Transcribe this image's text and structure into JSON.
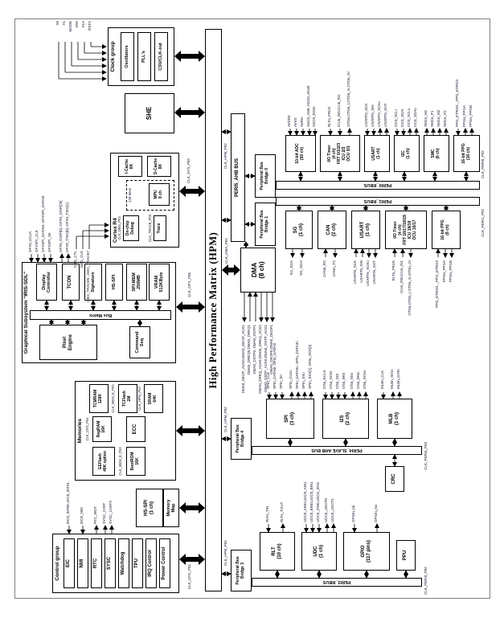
{
  "hpm": {
    "label": "High Performance Matrix (HPM)"
  },
  "clock": {
    "title": "Clock group",
    "blocks": [
      "Oscillators",
      "PLL's",
      "CSV/CLK-out"
    ],
    "pins": [
      "X0",
      "X1",
      "MODE",
      "X0A",
      "X1A",
      "RSTX"
    ]
  },
  "she": {
    "label": "SHE"
  },
  "cortex": {
    "title": "Cortex R4",
    "freq": "128 MHz",
    "icache": "I-Cache\n8K",
    "dcache": "D-Cache\n8K",
    "mpu": "MPU\n8 ch",
    "debug": "On-chip\nDebug",
    "trace": "Trace",
    "clk_dbg": "CLK_DBG_P03",
    "clk_trace": "CLK_TRACE_P03",
    "clk_sys": "CLK_SYS_P03",
    "pins": [
      "DBG_CTL",
      "DBG_CLK",
      "DBG_TRACE0...DBG_TRACE7"
    ]
  },
  "gfx": {
    "title": "Graphical Subsystem \"IRIS-SDL\"",
    "bus": "Bus Matrix",
    "pixel": "Pixel\nEngine",
    "cmdseq": "Command\nSeq",
    "display": "Display\nController",
    "tcon": "TCON",
    "signature": "Signature",
    "hsspi": "HS-SPI",
    "spimem": "SPI-MEM\n256MB",
    "vram": "VRAM\n512KByte",
    "clk": "CLK_GFX_P05",
    "pins": [
      "GFX0_DCLK",
      "GFXSPI_CLK",
      "GFXSPI_DATA0I..GFXSPI_DATA3I",
      "GFXSPI_SII",
      "GFX0_DISP[0]..GFX0_DISP[25]",
      "GFX0_TSIG[0]..GFX0_TSIG[1]"
    ]
  },
  "mem": {
    "title": "Memories",
    "eeflash": "EEFlash\n48K option",
    "bootrom": "BootROM\n16K",
    "regram": "RegRAM\n16K",
    "ecc": "ECC",
    "tcmram": "TCMRAM\n128K",
    "tcflash": "TCFlash\n2M",
    "sram": "SRAM\n64K",
    "clk_cfg": "CLK_CFG_P04",
    "clk_mem1": "CLK_MEM_E_P03",
    "clk_mem2": "CLK_MEM_E_P03",
    "clk_hpm": "CLK_HPM_P02"
  },
  "hsspi": {
    "label": "HS-SPI\n(1 ch)",
    "memmap": "Memory\nMap"
  },
  "control": {
    "title": "Control group",
    "blocks": [
      "EIC",
      "NMI",
      "RTC",
      "SYSC",
      "Watchdog",
      "TPU",
      "IRQ Control",
      "Power Control"
    ],
    "pins": [
      "EIC0_INT00..EIC0_INT91",
      "EIC0_NMI",
      "RTC_WOT",
      "SYSC_CX0T",
      "SYSC_CX0TX"
    ],
    "clk": "CLK_CFG_P01"
  },
  "dma": {
    "label": "DMA\n(8 ch)",
    "clk": "CLK_DMA_P02",
    "pins": [
      "DMA0_DEOP_ACK0,DMA0_DEOP_ACK1",
      "DMA0_DREQ0,DMA0_DREQ1",
      "DMA0_DSTP0, DMA0_DSTP1",
      "DMA0_DREQ_ACK0,DMA0_DREQ_ACK1",
      "DMA0_DSTP_ACK0,DMA0_DSTP_ACK1",
      "DMA0_DEOP0,DMA0_DEOP1"
    ]
  },
  "clk": {
    "sys": "CLK_SYS_P03",
    "hpm": "CLK_HPM_P02"
  },
  "bus": {
    "peri5": "PERI5_AHB BUS",
    "peri0": "PERI0_RBUS",
    "peri1": "PERI1_RBUS",
    "peri3": "PERI3_RBUS",
    "peri4": "PERI4_SLAVE AHB BUS",
    "clk_peri0": "CLK_PERI0_P02",
    "clk_peri1": "CLK_PERI1_P02",
    "clk_peri3": "CLK_PERI3_P02",
    "clk_peri4": "CLK_PERI4_P03",
    "bridge0": "Peripheral Bus\nBridge 0",
    "bridge1": "Peripheral Bus\nBridge 1",
    "bridge3": "Peripheral Bus\nBridge 3",
    "bridge4": "Peripheral Bus\nBridge 4"
  },
  "adc": {
    "label": "10-bit ADC\n(50 ch)",
    "pins": [
      "AVDD5",
      "AVSS",
      "AVRH",
      "ADC0_AN0..ADC0_AN49",
      "ADC0_EDGI"
    ]
  },
  "iot0": {
    "label": "I/O Timer\n(4 ch)\nFRT 0/1/2/3\nICU 2/3\nOCU 0/1",
    "pins": [
      "RLTn_FRCK",
      "ICUn_IN0,ICUn_IN1",
      "OTDn,OTDn_I,OTDn_G,OTDn_GI"
    ]
  },
  "usart0": {
    "label": "USART\n(1 ch)",
    "pins": [
      "USART0_SCK",
      "USART0_SIN",
      "USART0_SCKo",
      "USART0_SOT"
    ]
  },
  "i2c": {
    "label": "I2C\n(1 ch)",
    "pins": [
      "I2C0_SCLI",
      "I2C0_SDAI",
      "I2C0_SCLo",
      "I2C0_SDAo"
    ]
  },
  "smc": {
    "label": "SMC\n(6 ch)",
    "pins": [
      "SMCn_M1",
      "SMCn_P1",
      "SMCn_M2",
      "SMCn_P2"
    ]
  },
  "ppg16": {
    "label": "16-bit PPG\n(16 ch)",
    "pins": [
      "PPG_ETRG0.._PPG_ETRG3",
      "PPGn_PPGA",
      "PPGn_PPGB"
    ]
  },
  "sg": {
    "label": "SG\n(1 ch)",
    "pins": [
      "SG_SGA",
      "SG_SGO"
    ]
  },
  "can": {
    "label": "CAN\n(2 ch)",
    "pins": [
      "CANn_RX",
      "CANn_TX"
    ]
  },
  "usart6": {
    "label": "USART\n(1 ch)",
    "pins": [
      "USART6_SCK",
      "USART6_SIN",
      "USART6_SCKo",
      "USART6_SOT"
    ]
  },
  "iot1": {
    "label": "I/O Timer\n(4 ch)\nFRT 16/17/18/19\nICU 18/19\nOCU 16/17",
    "pins": [
      "RLTn_FRCK",
      "ICUn_IN0,ICUn_IN1",
      "OTDn,OTDn_I,OTDn_G,OTDn_GI"
    ]
  },
  "ppg8": {
    "label": "16-bit PPG\n(8 ch)",
    "pins": [
      "PPG_ETRG0.._PPG_ETRG3",
      "PPGn_PPGA",
      "PPGn_PPGB"
    ]
  },
  "spi": {
    "label": "SPI\n(3 ch)",
    "pins": [
      "SPIn_CLK",
      "SPIn_DATA0I..SPIn_DATA3I",
      "SPIn_SII",
      "SPIn_CLKo",
      "SPIn_DATA0o..SPIn_DATA3o",
      "SPIn_SSo",
      "SPIn_SSX[1]..SPIn_SSX[3]"
    ]
  },
  "i2s": {
    "label": "I2S\n(2 ch)",
    "pins": [
      "I2Sn_ECLK",
      "I2Sn_SCKI",
      "I2Sn_SDI",
      "I2Sn_WSI",
      "I2Sn_SDo",
      "I2Sn_WSo",
      "I2Sn_SCKo"
    ]
  },
  "mlb": {
    "label": "MLB\n(1 ch)",
    "pins": [
      "MLBn_CLK",
      "MLBn_SIGo",
      "MLBn_DATo"
    ]
  },
  "crc": {
    "label": "CRC"
  },
  "rlt": {
    "label": "RLT\n(10 ch)",
    "pins": [
      "RLTn_TIN",
      "RLTn_TOUT"
    ]
  },
  "udc": {
    "label": "UDC\n(1 ch)",
    "pins": [
      "UDC0_AIN0,UDC0_AIN1",
      "UDC0_BIN0,UDC0_BIN1",
      "UDC0_ZIN0,UDC0_ZIN1",
      "UDC0_UDOT0",
      "UDC0_UDOT1"
    ]
  },
  "gpio": {
    "label": "GPIO\n(117 pins)",
    "pins": [
      "GPIOn_mi",
      "GPIOn_mo"
    ]
  },
  "ppu": {
    "label": "PPU"
  }
}
